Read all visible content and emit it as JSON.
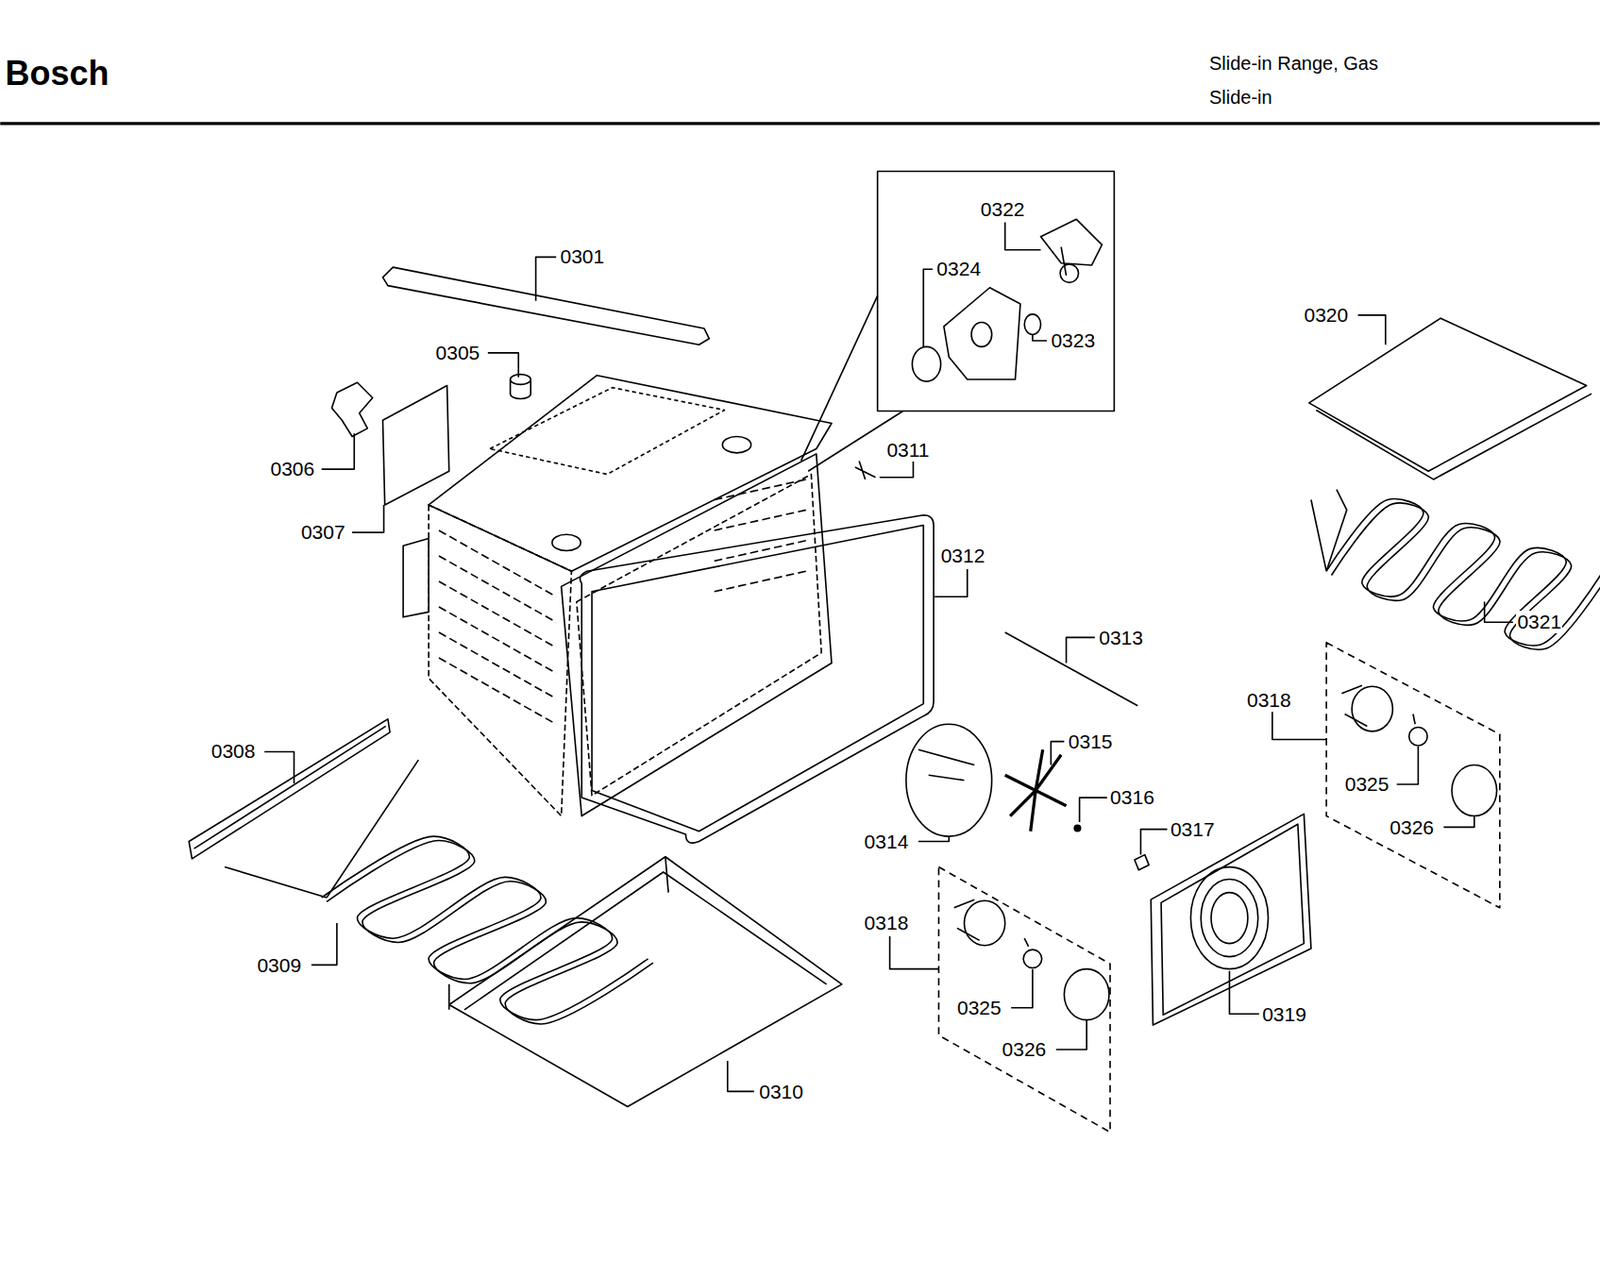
{
  "diagram": {
    "title": "Bosch",
    "labels": [
      "Slide-in Range, Gas",
      "Slide-in",
      "0322",
      "0301",
      "0324",
      "0305",
      "0323",
      "0320",
      "0311",
      "0306",
      "0307",
      "0312",
      "0321",
      "0313",
      "0318",
      "0308",
      "0315",
      "0325",
      "0316",
      "0317",
      "0326",
      "0314",
      "0318",
      "0309",
      "0325",
      "0326",
      "0319",
      "0310"
    ]
  }
}
